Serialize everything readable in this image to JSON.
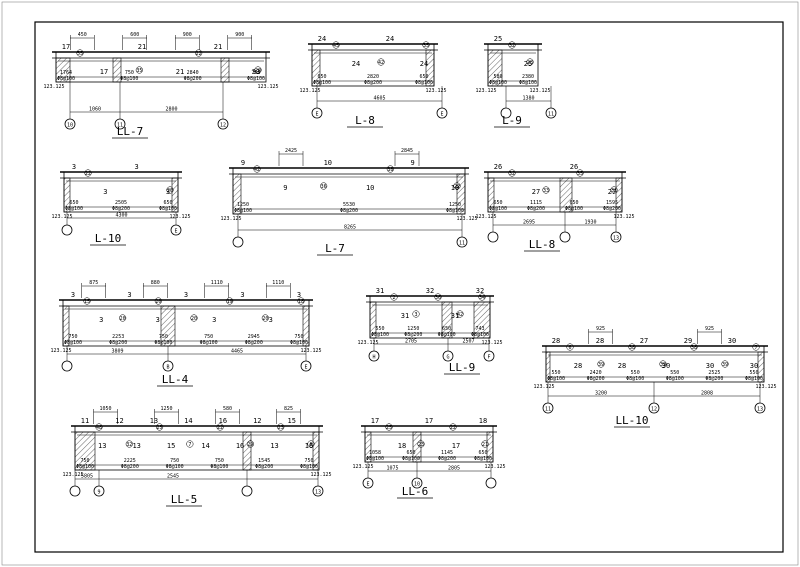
{
  "drawing": {
    "beams": [
      {
        "id": "LL-7a",
        "label": "LL-7",
        "axes": [
          "10",
          "11",
          "12"
        ],
        "top_dims": [
          "450",
          "600",
          "900",
          "900"
        ],
        "bars": [
          "17",
          "17",
          "21",
          "21",
          "21",
          "33"
        ],
        "marks": [
          "55",
          "35",
          "22",
          "20"
        ],
        "spans": [
          "1060",
          "2800"
        ],
        "notes": [
          [
            "1764",
            "Φ8@100"
          ],
          [
            "750",
            "Φ8@100"
          ],
          [
            "2840",
            "Φ8@200"
          ],
          [
            "750",
            "Φ8@100"
          ]
        ]
      },
      {
        "id": "L-8a",
        "label": "L-8",
        "axes": [
          "E",
          "E"
        ],
        "top_dims": [],
        "bars": [
          "24",
          "24",
          "24",
          "24"
        ],
        "marks": [
          "45",
          "42",
          "35"
        ],
        "spans": [
          "4605"
        ],
        "notes": [
          [
            "650",
            "Φ8@100"
          ],
          [
            "2820",
            "Φ8@200"
          ],
          [
            "650",
            "Φ8@100"
          ]
        ]
      },
      {
        "id": "L-9a",
        "label": "L-9",
        "axes": [
          "",
          "11"
        ],
        "top_dims": [],
        "bars": [
          "25",
          "25"
        ],
        "marks": [
          "32",
          "28"
        ],
        "spans": [
          "1380"
        ],
        "notes": [
          [
            "580",
            "Φ8@100"
          ],
          [
            "2380",
            "Φ8@100"
          ]
        ]
      },
      {
        "id": "L-10a",
        "label": "L-10",
        "axes": [
          "",
          "E"
        ],
        "top_dims": [],
        "bars": [
          "3",
          "3",
          "3",
          "3"
        ],
        "marks": [
          "22",
          "20"
        ],
        "spans": [
          "4300"
        ],
        "notes": [
          [
            "650",
            "Φ8@100"
          ],
          [
            "2505",
            "Φ8@200"
          ],
          [
            "650",
            "Φ8@100"
          ]
        ]
      },
      {
        "id": "L-7b",
        "label": "L-7",
        "axes": [
          "",
          "11"
        ],
        "top_dims": [
          "2425",
          "2845"
        ],
        "bars": [
          "9",
          "9",
          "10",
          "10",
          "9",
          "10"
        ],
        "marks": [
          "42",
          "36",
          "38",
          "22"
        ],
        "spans": [
          "8265"
        ],
        "notes": [
          [
            "1250",
            "Φ8@100"
          ],
          [
            "5530",
            "Φ8@200"
          ],
          [
            "1250",
            "Φ8@100"
          ]
        ]
      },
      {
        "id": "LL-8a",
        "label": "LL-8",
        "axes": [
          "",
          "",
          "13"
        ],
        "top_dims": [],
        "bars": [
          "26",
          "27",
          "26",
          "27"
        ],
        "marks": [
          "32",
          "33",
          "35",
          "31"
        ],
        "spans": [
          "2695",
          "1930"
        ],
        "notes": [
          [
            "650",
            "Φ8@100"
          ],
          [
            "1115",
            "Φ8@200"
          ],
          [
            "650",
            "Φ8@100"
          ],
          [
            "1595",
            "Φ8@200"
          ]
        ]
      },
      {
        "id": "LL-4a",
        "label": "LL-4",
        "axes": [
          "",
          "B",
          "E"
        ],
        "top_dims": [
          "875",
          "880",
          "1110",
          "1110"
        ],
        "bars": [
          "3",
          "3",
          "3",
          "3",
          "3",
          "3",
          "3",
          "3",
          "3"
        ],
        "marks": [
          "15",
          "20",
          "20",
          "20",
          "19",
          "20",
          "18"
        ],
        "spans": [
          "3809",
          "4465"
        ],
        "notes": [
          [
            "750",
            "Φ8@100"
          ],
          [
            "2253",
            "Φ8@200"
          ],
          [
            "750",
            "Φ8@100"
          ],
          [
            "750",
            "Φ8@100"
          ],
          [
            "2945",
            "Φ8@200"
          ],
          [
            "750",
            "Φ8@100"
          ]
        ]
      },
      {
        "id": "LL-9a",
        "label": "LL-9",
        "axes": [
          "H",
          "G",
          "F"
        ],
        "top_dims": [],
        "bars": [
          "31",
          "31",
          "32",
          "31",
          "32"
        ],
        "marks": [
          "2",
          "3",
          "36",
          "42",
          "34"
        ],
        "spans": [
          "2705",
          "2507"
        ],
        "notes": [
          [
            "550",
            "Φ8@100"
          ],
          [
            "1250",
            "Φ8@200"
          ],
          [
            "650",
            "Φ8@100"
          ],
          [
            "743",
            "Φ8@100"
          ]
        ]
      },
      {
        "id": "LL-10a",
        "label": "LL-10",
        "axes": [
          "11",
          "12",
          "13"
        ],
        "top_dims": [
          "925",
          "925"
        ],
        "bars": [
          "28",
          "28",
          "28",
          "28",
          "27",
          "30",
          "29",
          "30",
          "30",
          "30"
        ],
        "marks": [
          "6",
          "39",
          "38",
          "39",
          "38",
          "39",
          "7"
        ],
        "spans": [
          "3200",
          "2808"
        ],
        "notes": [
          [
            "550",
            "Φ8@100"
          ],
          [
            "2420",
            "Φ8@200"
          ],
          [
            "550",
            "Φ8@100"
          ],
          [
            "550",
            "Φ8@100"
          ],
          [
            "2525",
            "Φ8@200"
          ],
          [
            "550",
            "Φ8@100"
          ]
        ]
      },
      {
        "id": "LL-5a",
        "label": "LL-5",
        "axes": [
          "",
          "9",
          "",
          "13"
        ],
        "top_dims": [
          "1050",
          "1250",
          "580",
          "825"
        ],
        "bars": [
          "11",
          "13",
          "12",
          "13",
          "13",
          "15",
          "14",
          "14",
          "16",
          "16",
          "12",
          "13",
          "15",
          "16"
        ],
        "marks": [
          "48",
          "32",
          "25",
          "7",
          "22",
          "29",
          "23",
          "6"
        ],
        "spans": [
          "5805",
          "2545"
        ],
        "notes": [
          [
            "750",
            "Φ8@100"
          ],
          [
            "2225",
            "Φ8@200"
          ],
          [
            "750",
            "Φ8@100"
          ],
          [
            "750",
            "Φ8@100"
          ],
          [
            "1545",
            "Φ8@200"
          ],
          [
            "750",
            "Φ8@100"
          ]
        ]
      },
      {
        "id": "LL-6a",
        "label": "LL-6",
        "axes": [
          "E",
          "10",
          ""
        ],
        "top_dims": [],
        "bars": [
          "17",
          "18",
          "17",
          "17",
          "18"
        ],
        "marks": [
          "25",
          "23",
          "22",
          "21"
        ],
        "spans": [
          "1075",
          "2805"
        ],
        "notes": [
          [
            "1058",
            "Φ8@100"
          ],
          [
            "650",
            "Φ8@100"
          ],
          [
            "1145",
            "Φ8@200"
          ],
          [
            "650",
            "Φ8@100"
          ]
        ]
      }
    ],
    "level_mark": "123.125",
    "colors": {
      "line": "#000000",
      "paper": "#ffffff"
    }
  }
}
